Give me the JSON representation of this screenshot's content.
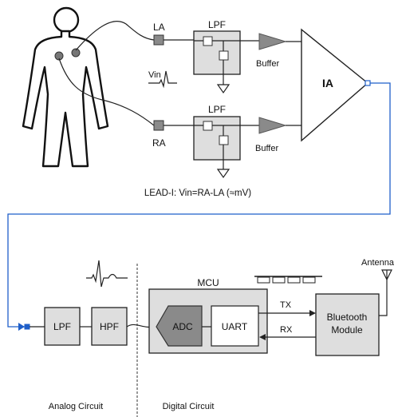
{
  "top": {
    "electrode_la": "LA",
    "electrode_ra": "RA",
    "lpf_top": "LPF",
    "lpf_bottom": "LPF",
    "buffer_top": "Buffer",
    "buffer_bottom": "Buffer",
    "vin": "Vin",
    "ia": "IA",
    "caption": "LEAD-I: Vin=RA-LA (≈mV)"
  },
  "bottom": {
    "lpf": "LPF",
    "hpf": "HPF",
    "mcu": "MCU",
    "adc": "ADC",
    "uart": "UART",
    "tx": "TX",
    "rx": "RX",
    "bluetooth_line1": "Bluetooth",
    "bluetooth_line2": "Module",
    "antenna": "Antenna",
    "analog_label": "Analog Circuit",
    "digital_label": "Digital Circuit"
  },
  "colors": {
    "block_fill": "#dedede",
    "triangle_fill": "#8a8a8a",
    "link_blue": "#1f5fc9"
  }
}
